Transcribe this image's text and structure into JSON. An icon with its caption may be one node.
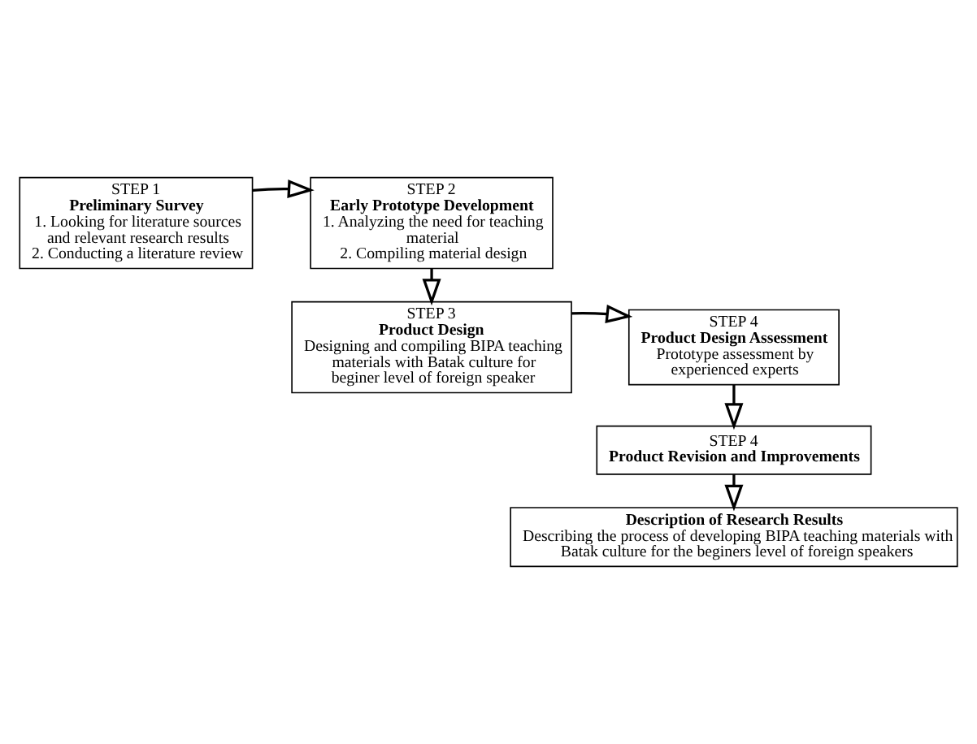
{
  "diagram": {
    "nodes": [
      {
        "text": [
          "STEP 1",
          "Preliminary Survey",
          "1. Looking for literature sources and relevant research results",
          "2. Conducting a literature review"
        ]
      },
      {
        "text": [
          "STEP 2",
          "Early Prototype Development",
          "1. Analyzing the need for teaching material",
          "2. Compiling material design"
        ]
      },
      {
        "text": [
          "STEP 3",
          "Product Design",
          "Designing and compiling BIPA teaching materials with Batak culture for beginer level of foreign speaker"
        ]
      },
      {
        "text": [
          "STEP 4",
          "Product Design Assessment",
          "Prototype assessment by experienced experts"
        ]
      },
      {
        "text": [
          "STEP 4",
          "Product Revision and Improvements"
        ]
      },
      {
        "text": [
          "Description of Research Results",
          "Describing the process of developing BIPA teaching materials with Batak culture for the beginers level of foreign speakers"
        ]
      }
    ],
    "edges": [
      {
        "from": 0,
        "to": 1,
        "arrow": "to"
      },
      {
        "from": 1,
        "to": 2,
        "arrow": "to"
      },
      {
        "from": 2,
        "to": 3,
        "arrow": "to"
      },
      {
        "from": 3,
        "to": 4,
        "arrow": "to"
      },
      {
        "from": 4,
        "to": 5,
        "arrow": "to"
      }
    ]
  }
}
